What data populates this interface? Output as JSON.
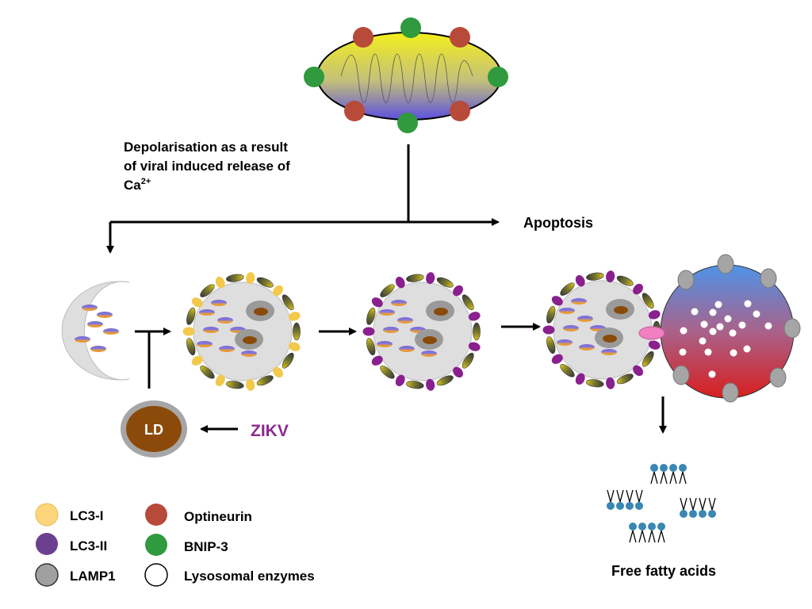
{
  "mito_note": {
    "line1": "Depolarisation as a result",
    "line2": "of viral induced release of",
    "line3_prefix": "Ca",
    "line3_sup": "2+"
  },
  "apoptosis_label": "Apoptosis",
  "ld_label": "LD",
  "zikv_label": "ZIKV",
  "ffa_label": "Free fatty acids",
  "legend": [
    {
      "label": "LC3-I",
      "color": "#fdd57a"
    },
    {
      "label": "LC3-II",
      "color": "#6d3f8f"
    },
    {
      "label": "LAMP1",
      "color": "#a0a0a0"
    },
    {
      "label": "Optineurin",
      "color": "#b84a3a"
    },
    {
      "label": "BNIP-3",
      "color": "#2f9a3e"
    },
    {
      "label": "Lysosomal enzymes",
      "color": "#ffffff"
    }
  ],
  "colors": {
    "lc3_i": "#f3c94c",
    "lc3_ii": "#8a1f8e",
    "optineurin": "#b84a3a",
    "bnip3": "#2f9a3e",
    "lamp1": "#a5a5a5",
    "lipid_droplet": "#8a4a0a",
    "zikv_text": "#8c2a8f",
    "fatty_acid_head": "#3a86b4"
  }
}
